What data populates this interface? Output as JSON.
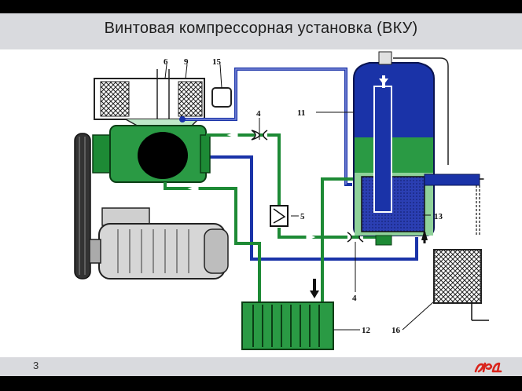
{
  "slide": {
    "title": "Винтовая компрессорная установка (ВКУ)",
    "page_number": "3",
    "logo_text": "РЖД"
  },
  "labels": {
    "filter": "6",
    "filter_element": "9",
    "valve_15": "15",
    "check_valve_top": "4",
    "separator": "11",
    "valve_5": "5",
    "tank_13": "13",
    "check_valve_bottom": "4",
    "oil_cooler": "12",
    "air_cooler": "16"
  },
  "colors": {
    "oil_line": "#1d8a35",
    "air_line": "#1a33a8",
    "band": "#d9dade",
    "logo": "#d9241c"
  }
}
